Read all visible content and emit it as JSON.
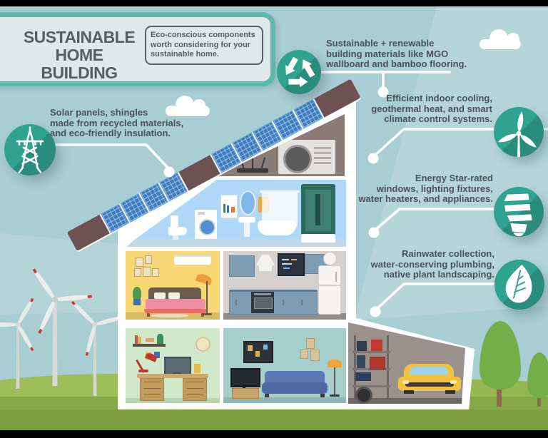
{
  "header": {
    "title_line1": "SUSTAINABLE",
    "title_line2": "HOME BUILDING",
    "subtitle": "Eco-conscious components worth considering for your sustainable home."
  },
  "callouts": [
    {
      "id": "solar",
      "icon": "transmission-tower-icon",
      "text": "Solar panels, shingles\nmade from recycled materials,\nand eco-friendly insulation."
    },
    {
      "id": "materials",
      "icon": "recycle-icon",
      "text": "Sustainable + renewable\nbuilding materials like MGO\nwallboard and bamboo flooring."
    },
    {
      "id": "climate",
      "icon": "wind-turbine-icon",
      "text": "Efficient indoor cooling,\ngeothermal heat, and smart\nclimate control systems."
    },
    {
      "id": "energy",
      "icon": "cfl-bulb-icon",
      "text": "Energy Star-rated\nwindows, lighting fixtures,\nwater heaters, and appliances."
    },
    {
      "id": "water",
      "icon": "leaf-icon",
      "text": "Rainwater collection,\nwater-conserving plumbing,\nnative plant landscaping."
    }
  ],
  "rooms": [
    "attic",
    "bathroom",
    "bedroom",
    "kitchen",
    "office",
    "living-room",
    "garage"
  ],
  "colors": {
    "sky": "#a8cdd2",
    "accent_teal": "#30a390",
    "title_border": "#60b9aa",
    "text": "#49525a",
    "roof_shingle": "#6e5252",
    "solar_panel": "#3c7dc0",
    "bathroom": "#aed8f6",
    "bedroom": "#f8d875",
    "kitchen": "#d6d1d1",
    "office": "#d0e9ca",
    "living_room": "#a6cecb",
    "garage": "#9a918c",
    "ground": "#86a948",
    "ground_dark": "#7ba03d",
    "hill": "#9cbd58",
    "car": "#f2c23e",
    "sofa": "#5b79b5"
  }
}
